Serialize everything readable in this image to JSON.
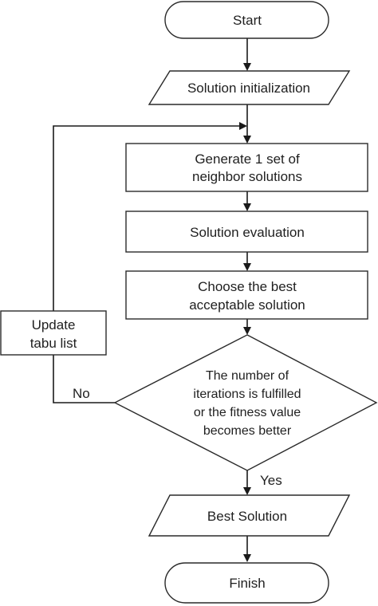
{
  "diagram": {
    "nodes": {
      "start": {
        "lines": [
          "Start"
        ]
      },
      "init": {
        "lines": [
          "Solution initialization"
        ]
      },
      "generate": {
        "lines": [
          "Generate 1 set of",
          "neighbor solutions"
        ]
      },
      "evaluate": {
        "lines": [
          "Solution evaluation"
        ]
      },
      "choose": {
        "lines": [
          "Choose the best",
          "acceptable solution"
        ]
      },
      "update": {
        "lines": [
          "Update",
          "tabu list"
        ]
      },
      "decision": {
        "lines": [
          "The number of",
          "iterations is fulfilled",
          "or the fitness value",
          "becomes better"
        ]
      },
      "best": {
        "lines": [
          "Best Solution"
        ]
      },
      "finish": {
        "lines": [
          "Finish"
        ]
      }
    },
    "edge_labels": {
      "yes": "Yes",
      "no": "No"
    }
  }
}
